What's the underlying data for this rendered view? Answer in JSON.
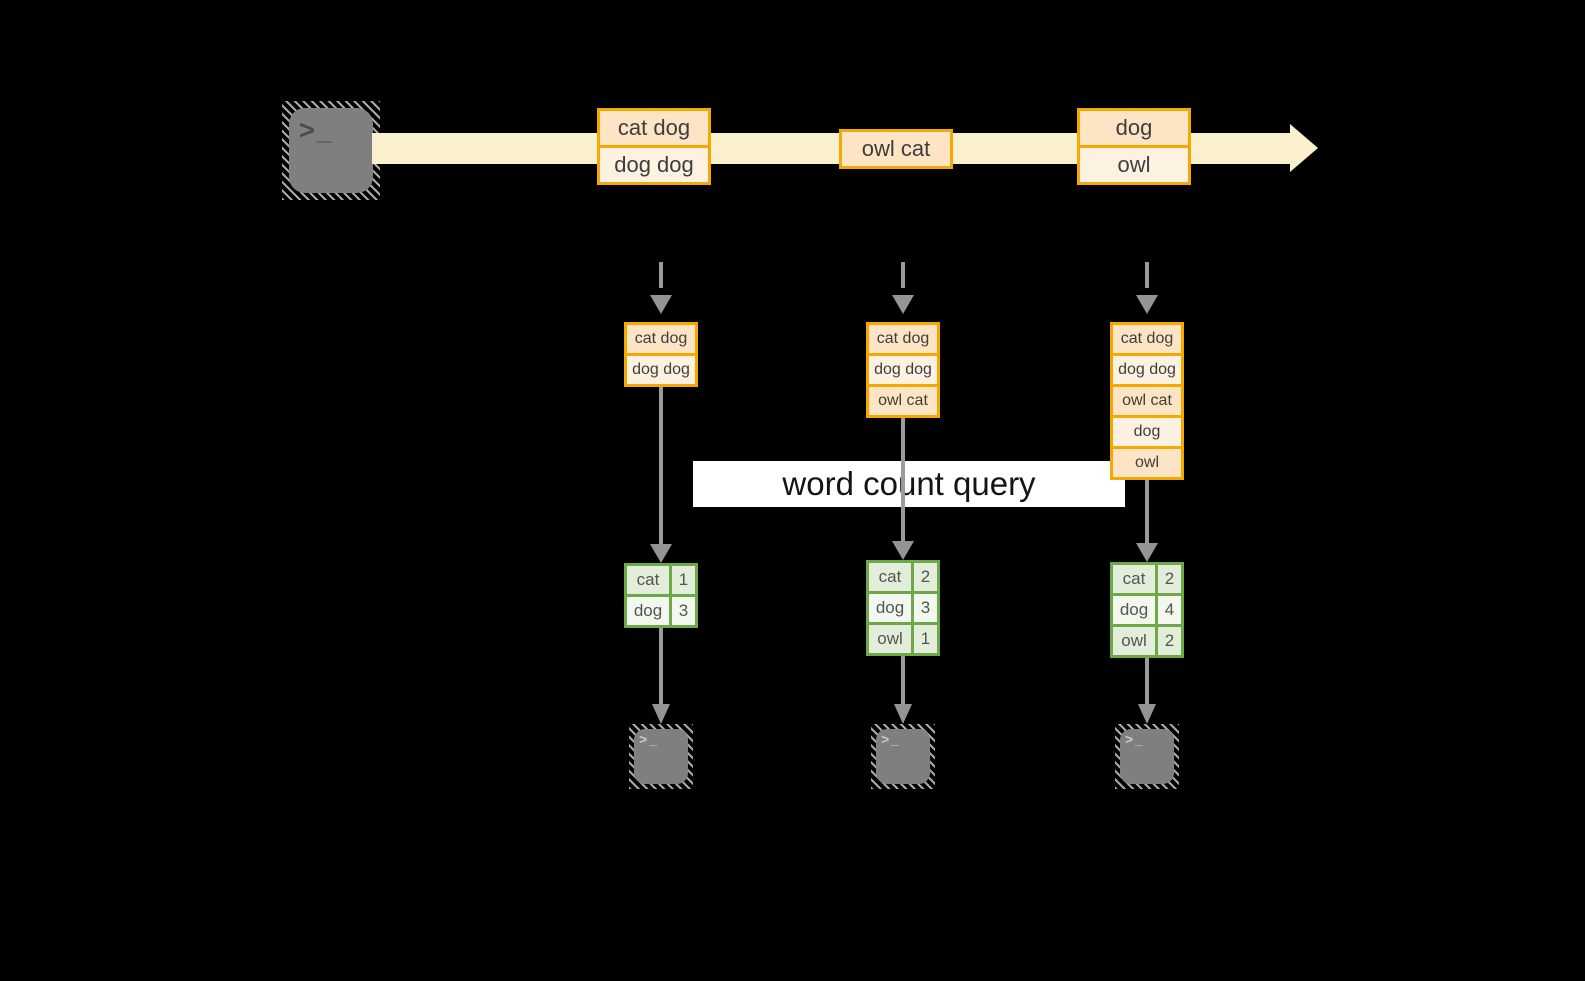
{
  "background": "#000000",
  "colors": {
    "accent_gold": "#F5A800",
    "peach_dark": "#FCE4C5",
    "peach_light": "#FDF2E1",
    "green_border": "#6FA848",
    "green_fill_dark": "#E3EEDA",
    "green_fill_light": "#F3F8EF",
    "stream_cream": "#FBF0CE",
    "connector_gray": "#9B9B9B",
    "terminal_gray": "#7F7F7F",
    "banner_bg": "#FFFFFF",
    "banner_text": "#141414"
  },
  "source_terminal": {
    "glyph": ">_"
  },
  "stream": {
    "events": [
      {
        "rows": [
          "cat dog",
          "dog dog"
        ]
      },
      {
        "rows": [
          "owl cat"
        ]
      },
      {
        "rows": [
          "dog",
          "owl"
        ]
      }
    ]
  },
  "query_banner": {
    "label": "word count query"
  },
  "columns": [
    {
      "buffer": [
        "cat dog",
        "dog dog"
      ],
      "counts": [
        {
          "word": "cat",
          "value": "1"
        },
        {
          "word": "dog",
          "value": "3"
        }
      ]
    },
    {
      "buffer": [
        "cat dog",
        "dog dog",
        "owl cat"
      ],
      "counts": [
        {
          "word": "cat",
          "value": "2"
        },
        {
          "word": "dog",
          "value": "3"
        },
        {
          "word": "owl",
          "value": "1"
        }
      ]
    },
    {
      "buffer": [
        "cat dog",
        "dog dog",
        "owl cat",
        "dog",
        "owl"
      ],
      "counts": [
        {
          "word": "cat",
          "value": "2"
        },
        {
          "word": "dog",
          "value": "4"
        },
        {
          "word": "owl",
          "value": "2"
        }
      ]
    }
  ],
  "output_terminals": [
    {
      "glyph": ">_"
    },
    {
      "glyph": ">_"
    },
    {
      "glyph": ">_"
    }
  ]
}
